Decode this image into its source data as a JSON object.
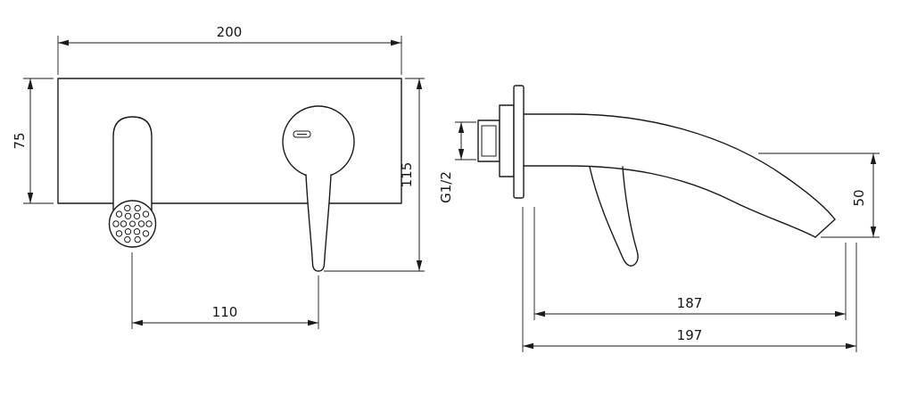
{
  "style": {
    "line_color": "#1b1b1b",
    "background": "#ffffff"
  },
  "drawing": {
    "front_view": {
      "dim_width": "200",
      "dim_plate_height": "75",
      "dim_overall_height": "115",
      "dim_spout_to_handle": "110"
    },
    "side_view": {
      "dim_thread": "G1/2",
      "dim_outlet_height": "50",
      "dim_spout_reach": "187",
      "dim_overall_depth": "197"
    }
  }
}
